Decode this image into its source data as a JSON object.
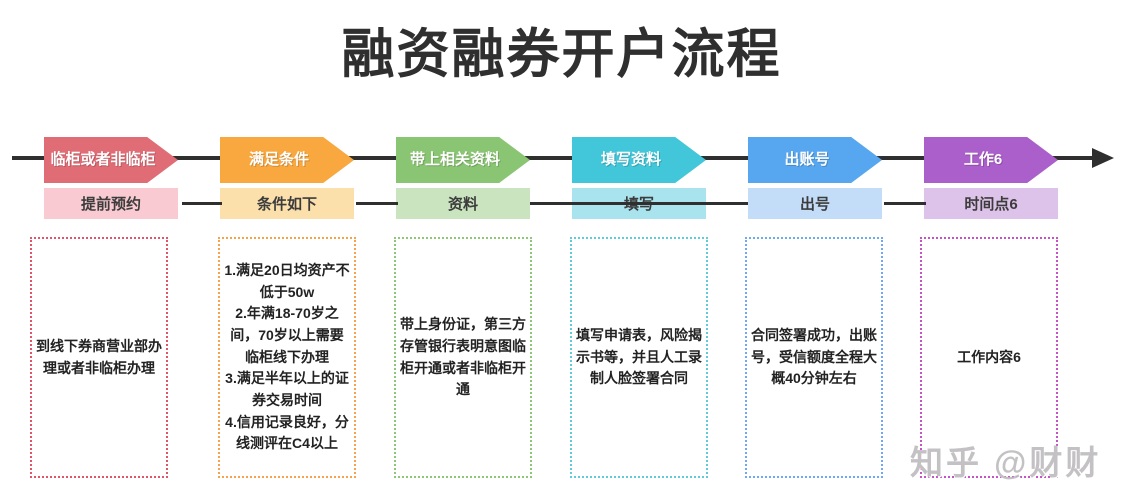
{
  "title": "融资融券开户流程",
  "watermark": "知乎 @财财",
  "flow_line_color": "#2f2f2f",
  "steps": [
    {
      "arrow_label": "临柜或者非临柜",
      "sub_label": "提前预约",
      "detail": "到线下券商营业部办理或者非临柜办理",
      "arrow_color": "#e06d76",
      "sub_color": "#f9cad2",
      "border_color": "#e0556a"
    },
    {
      "arrow_label": "满足条件",
      "sub_label": "条件如下",
      "detail": "1.满足20日均资产不低于50w\n2.年满18-70岁之间，70岁以上需要临柜线下办理\n3.满足半年以上的证券交易时间\n4.信用记录良好，分线测评在C4以上",
      "arrow_color": "#f9a83f",
      "sub_color": "#fbe0ac",
      "border_color": "#f5a34b"
    },
    {
      "arrow_label": "带上相关资料",
      "sub_label": "资料",
      "detail": "带上身份证，第三方存管银行表明意图临柜开通或者非临柜开通",
      "arrow_color": "#8ac573",
      "sub_color": "#c9e4bf",
      "border_color": "#8cc878"
    },
    {
      "arrow_label": "填写资料",
      "sub_label": "填写",
      "detail": "填写申请表，风险揭示书等，并且人工录制人脸签署合同",
      "arrow_color": "#41c6da",
      "sub_color": "#a8e3ee",
      "border_color": "#5fcbdc"
    },
    {
      "arrow_label": "出账号",
      "sub_label": "出号",
      "detail": "合同签署成功，出账号，受信额度全程大概40分钟左右",
      "arrow_color": "#57a7f0",
      "sub_color": "#c3ddf8",
      "border_color": "#6fa9f2"
    },
    {
      "arrow_label": "工作6",
      "sub_label": "时间点6",
      "detail": "工作内容6",
      "arrow_color": "#ab5fca",
      "sub_color": "#ddc2e9",
      "border_color": "#c653c6"
    }
  ]
}
